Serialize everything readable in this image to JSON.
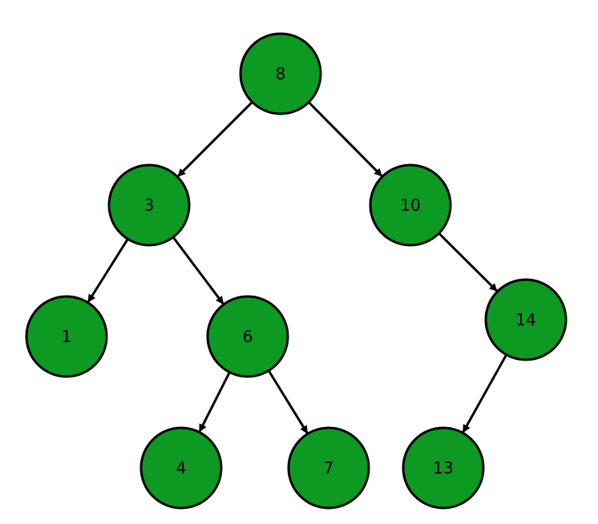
{
  "diagram": {
    "type": "binary-search-tree",
    "colors": {
      "node_fill": "#0c9a22",
      "node_stroke": "#000000",
      "edge": "#000000",
      "label": "#000000",
      "background": "#ffffff"
    },
    "nodes": [
      {
        "id": "n8",
        "label": "8"
      },
      {
        "id": "n3",
        "label": "3"
      },
      {
        "id": "n10",
        "label": "10"
      },
      {
        "id": "n1",
        "label": "1"
      },
      {
        "id": "n6",
        "label": "6"
      },
      {
        "id": "n14",
        "label": "14"
      },
      {
        "id": "n4",
        "label": "4"
      },
      {
        "id": "n7",
        "label": "7"
      },
      {
        "id": "n13",
        "label": "13"
      }
    ],
    "edges": [
      {
        "from": "n8",
        "to": "n3"
      },
      {
        "from": "n8",
        "to": "n10"
      },
      {
        "from": "n3",
        "to": "n1"
      },
      {
        "from": "n3",
        "to": "n6"
      },
      {
        "from": "n10",
        "to": "n14"
      },
      {
        "from": "n6",
        "to": "n4"
      },
      {
        "from": "n6",
        "to": "n7"
      },
      {
        "from": "n14",
        "to": "n13"
      }
    ]
  }
}
